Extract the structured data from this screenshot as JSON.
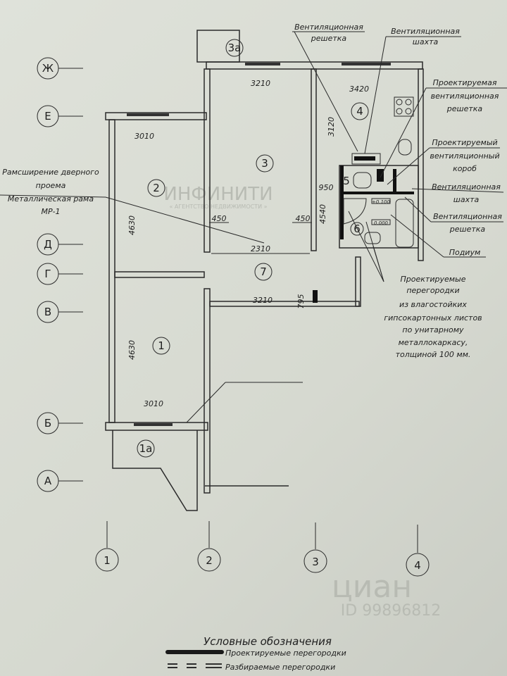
{
  "axes_rows": [
    "Ж",
    "Е",
    "Д",
    "Г",
    "В",
    "Б",
    "А"
  ],
  "axes_cols": [
    "1",
    "2",
    "3",
    "4"
  ],
  "rooms": {
    "r3a": "3а",
    "r3": "3",
    "r4": "4",
    "r2": "2",
    "r7": "7",
    "r1": "1",
    "r1a": "1а",
    "r5": "5",
    "r6": "6"
  },
  "dimensions": {
    "d3210_top": "3210",
    "d3420": "3420",
    "d3010_top": "3010",
    "d3120": "3120",
    "d950": "950",
    "d4630_top": "4630",
    "d450_a": "450",
    "d450_b": "450",
    "d2310": "2310",
    "d4540": "4540",
    "d3210_mid": "3210",
    "d795": "795",
    "d4630_bottom": "4630",
    "d3010_bottom": "3010",
    "level_high": "+0.100",
    "level_zero": "0.000"
  },
  "annotations": {
    "vent_grille_1": [
      "Вентиляционная",
      "решетка"
    ],
    "vent_shaft_1": [
      "Вентиляционная",
      "шахта"
    ],
    "proj_vent_grille": [
      "Проектируемая",
      "вентиляционная",
      "решетка"
    ],
    "proj_vent_box": [
      "Проектируемый",
      "вентиляционный",
      "короб"
    ],
    "vent_shaft_2": [
      "Вентиляционная",
      "шахта"
    ],
    "vent_grille_2": [
      "Вентиляционная",
      "решетка"
    ],
    "podium": "Подиум",
    "door_widening": [
      "Рамсширение дверного",
      "проема"
    ],
    "metal_frame": [
      "Металлическая рама",
      "МР-1"
    ],
    "partitions": [
      "Проектируемые",
      "перегородки",
      "из влагостойких",
      "гипсокартонных листов",
      "по унитарному",
      "металлокаркасу,",
      "толщиной 100 мм."
    ]
  },
  "legend": {
    "title": "Условные обозначения",
    "items": [
      "Проектируемые перегородки",
      "Разбираемые перегородки"
    ]
  },
  "watermarks": {
    "agency": "ИНФИНИТИ",
    "agency_sub": "« АГЕНТСТВО НЕДВИЖИМОСТИ »",
    "cian": "циан",
    "cian_id": "ID 99896812"
  }
}
